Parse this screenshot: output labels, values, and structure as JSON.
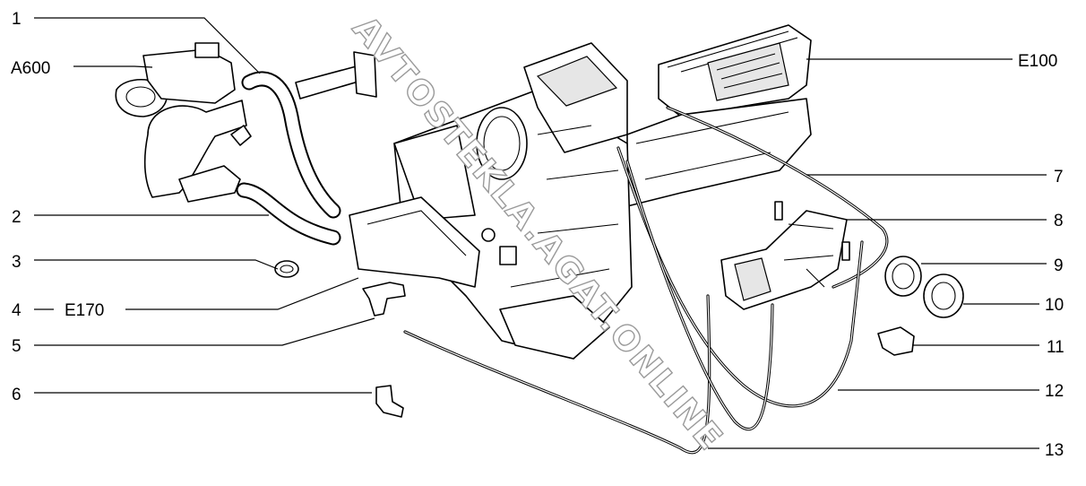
{
  "watermark": "AVTOSTEKLA.AGAT.ONLINE",
  "callouts": [
    {
      "id": "1",
      "text": "1"
    },
    {
      "id": "a600",
      "text": "A600"
    },
    {
      "id": "2",
      "text": "2"
    },
    {
      "id": "3",
      "text": "3"
    },
    {
      "id": "4",
      "text": "4"
    },
    {
      "id": "e170",
      "text": "E170"
    },
    {
      "id": "5",
      "text": "5"
    },
    {
      "id": "6",
      "text": "6"
    },
    {
      "id": "e100",
      "text": "E100"
    },
    {
      "id": "7",
      "text": "7"
    },
    {
      "id": "8",
      "text": "8"
    },
    {
      "id": "9",
      "text": "9"
    },
    {
      "id": "10",
      "text": "10"
    },
    {
      "id": "11",
      "text": "11"
    },
    {
      "id": "12",
      "text": "12"
    },
    {
      "id": "13",
      "text": "13"
    }
  ],
  "colors": {
    "line": "#000000",
    "background": "#ffffff",
    "watermark_outline": "#9a9a9a"
  }
}
